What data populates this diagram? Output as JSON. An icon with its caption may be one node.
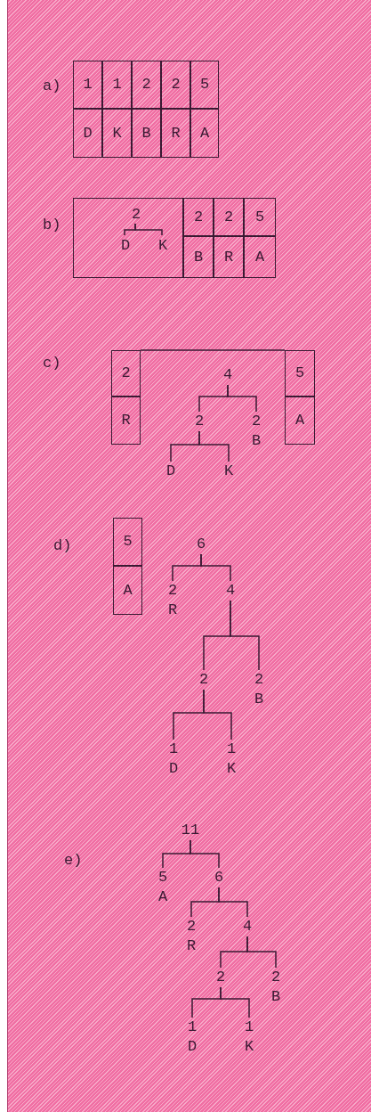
{
  "diagram": {
    "nodes": [
      {
        "text": [
          "1"
        ]
      },
      {
        "text": [
          "1"
        ]
      },
      {
        "text": [
          "2"
        ]
      },
      {
        "text": [
          "2"
        ]
      },
      {
        "text": [
          "5"
        ]
      },
      {
        "text": [
          "D"
        ]
      },
      {
        "text": [
          "K"
        ]
      },
      {
        "text": [
          "B"
        ]
      },
      {
        "text": [
          "R"
        ]
      },
      {
        "text": [
          "A"
        ]
      },
      {
        "text": [],
        "shape": "box"
      },
      {
        "text": [
          "2"
        ],
        "in": 10
      },
      {
        "text": [
          "D"
        ],
        "in": 10
      },
      {
        "text": [
          "K"
        ],
        "in": 10
      },
      {
        "text": [
          "2"
        ]
      },
      {
        "text": [
          "2"
        ]
      },
      {
        "text": [
          "5"
        ]
      },
      {
        "text": [
          "B"
        ]
      },
      {
        "text": [
          "R"
        ]
      },
      {
        "text": [
          "A"
        ]
      },
      {
        "text": [
          "2"
        ]
      },
      {
        "text": [
          "R"
        ]
      },
      {
        "text": [
          "4"
        ]
      },
      {
        "text": [
          "2"
        ]
      },
      {
        "text": [
          "2",
          "B"
        ]
      },
      {
        "text": [
          "D"
        ]
      },
      {
        "text": [
          "K"
        ]
      },
      {
        "text": [
          "5"
        ]
      },
      {
        "text": [
          "A"
        ]
      },
      {
        "text": [
          "5"
        ]
      },
      {
        "text": [
          "A"
        ]
      },
      {
        "text": [
          "6"
        ]
      },
      {
        "text": [
          "2",
          "R"
        ]
      },
      {
        "text": [
          "4"
        ]
      },
      {
        "text": [
          "2"
        ]
      },
      {
        "text": [
          "2",
          "B"
        ]
      },
      {
        "text": [
          "1",
          "D"
        ]
      },
      {
        "text": [
          "1",
          "K"
        ]
      },
      {
        "text": [
          "11"
        ]
      },
      {
        "text": [
          "5",
          "A"
        ]
      },
      {
        "text": [
          "6"
        ]
      },
      {
        "text": [
          "2",
          "R"
        ]
      },
      {
        "text": [
          "4"
        ]
      },
      {
        "text": [
          "2"
        ]
      },
      {
        "text": [
          "2",
          "B"
        ]
      },
      {
        "text": [
          "1",
          "D"
        ]
      },
      {
        "text": [
          "1",
          "K"
        ]
      }
    ],
    "edges": [
      {
        "from": 11,
        "to": 12,
        "arrow": "none"
      },
      {
        "from": 11,
        "to": 13,
        "arrow": "none"
      },
      {
        "from": 20,
        "to": 27,
        "arrow": "none"
      },
      {
        "from": 22,
        "to": 23,
        "arrow": "none"
      },
      {
        "from": 22,
        "to": 24,
        "arrow": "none"
      },
      {
        "from": 23,
        "to": 25,
        "arrow": "none"
      },
      {
        "from": 23,
        "to": 26,
        "arrow": "none"
      },
      {
        "from": 31,
        "to": 32,
        "arrow": "none"
      },
      {
        "from": 31,
        "to": 33,
        "arrow": "none"
      },
      {
        "from": 33,
        "to": 34,
        "arrow": "none"
      },
      {
        "from": 33,
        "to": 35,
        "arrow": "none"
      },
      {
        "from": 34,
        "to": 36,
        "arrow": "none"
      },
      {
        "from": 34,
        "to": 37,
        "arrow": "none"
      },
      {
        "from": 38,
        "to": 39,
        "arrow": "none"
      },
      {
        "from": 38,
        "to": 40,
        "arrow": "none"
      },
      {
        "from": 40,
        "to": 41,
        "arrow": "none"
      },
      {
        "from": 40,
        "to": 42,
        "arrow": "none"
      },
      {
        "from": 42,
        "to": 43,
        "arrow": "none"
      },
      {
        "from": 42,
        "to": 44,
        "arrow": "none"
      },
      {
        "from": 43,
        "to": 45,
        "arrow": "none"
      },
      {
        "from": 43,
        "to": 46,
        "arrow": "none"
      }
    ],
    "labels": [
      "a)",
      "b)",
      "c)",
      "d)",
      "e)"
    ]
  }
}
